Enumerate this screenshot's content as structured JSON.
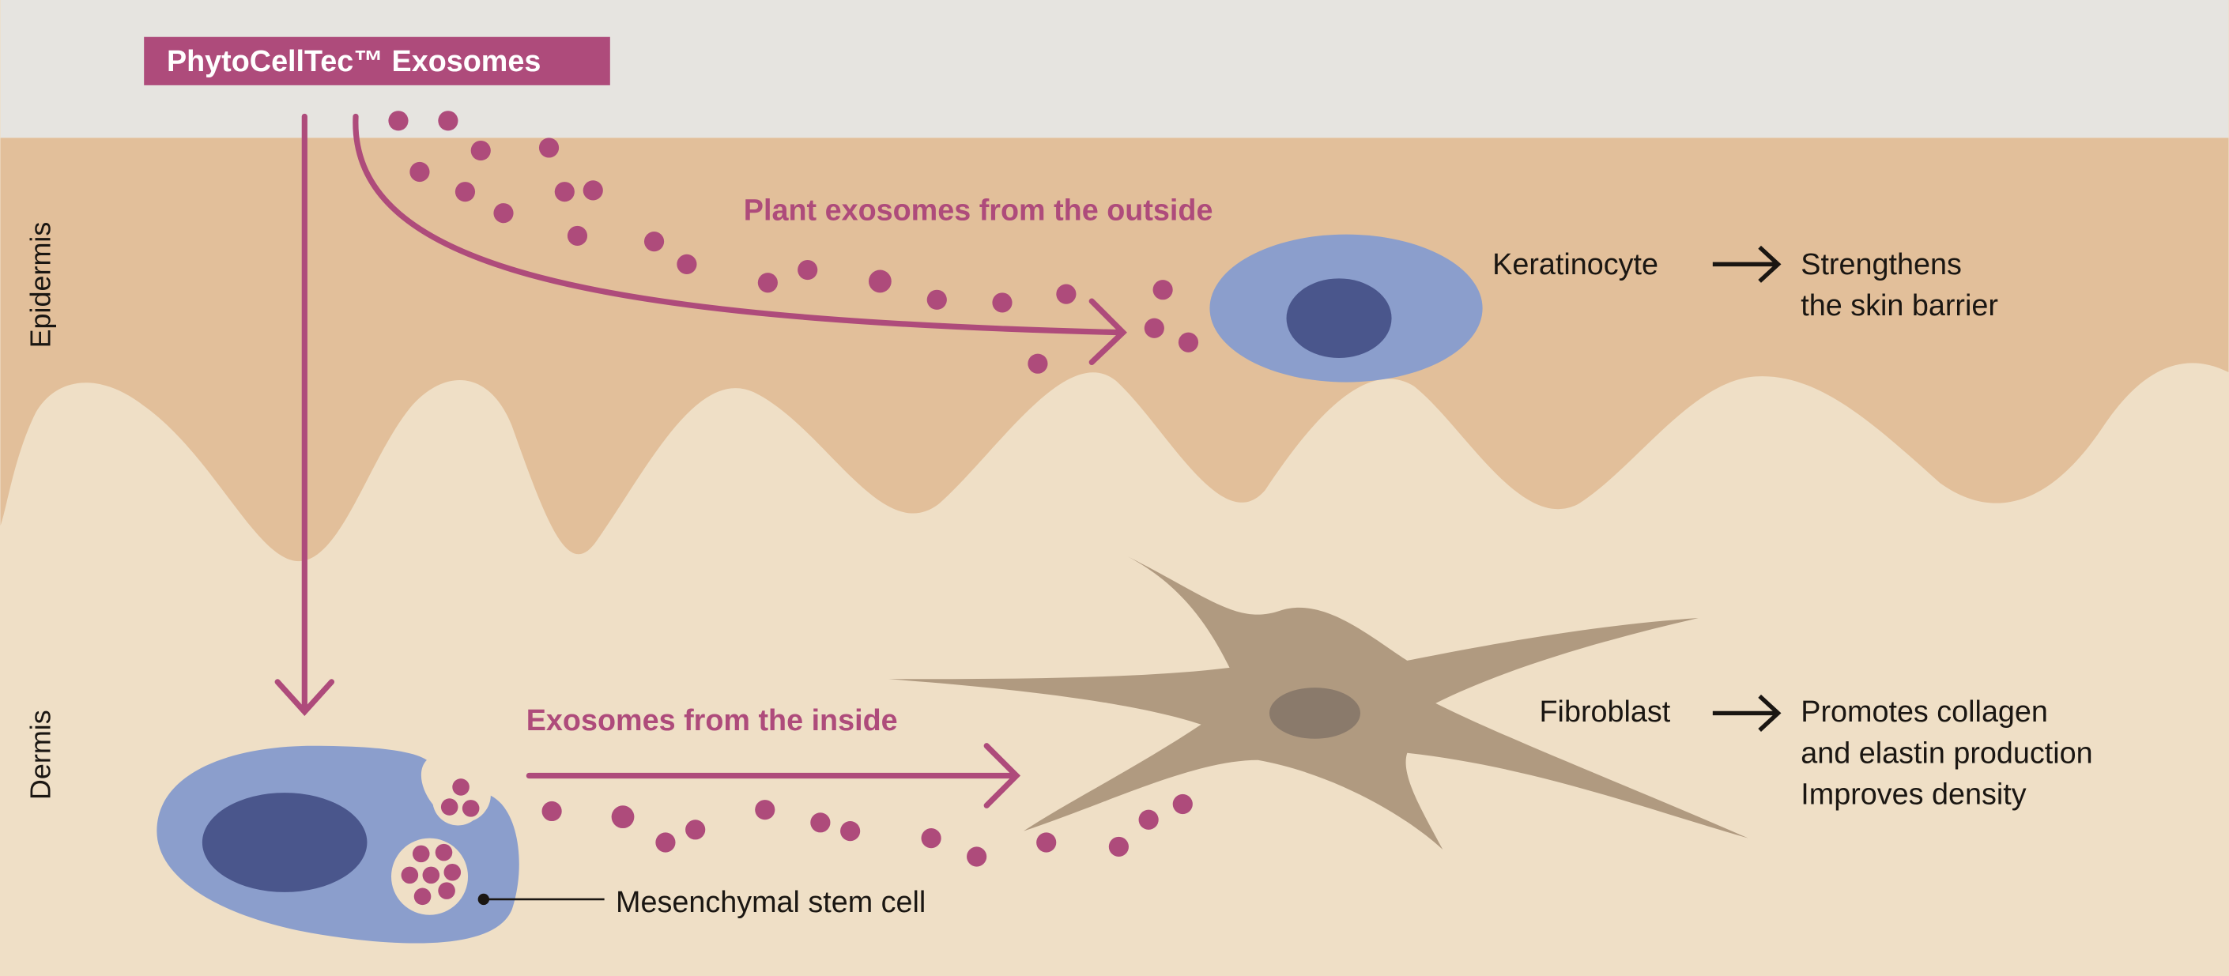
{
  "title_label": "PhytoCellTec™ Exosomes",
  "layers": {
    "epidermis": "Epidermis",
    "dermis": "Dermis"
  },
  "pathways": {
    "outside": "Plant exosomes from the outside",
    "inside": "Exosomes from the inside"
  },
  "keratinocyte": {
    "name": "Keratinocyte",
    "effects": [
      "Strengthens",
      "the skin barrier"
    ]
  },
  "fibroblast": {
    "name": "Fibroblast",
    "effects": [
      "Promotes collagen",
      "and elastin production",
      "Improves density"
    ]
  },
  "stem_cell": {
    "name": "Mesenchymal stem cell"
  },
  "colors": {
    "accent": "#ae4b7b",
    "sky": "#e6e4e0",
    "epidermis": "#e2bf9a",
    "dermis": "#efdfc6",
    "cell": "#8b9ecc",
    "nucleus": "#4a568c",
    "fibroblast": "#b09a80"
  }
}
